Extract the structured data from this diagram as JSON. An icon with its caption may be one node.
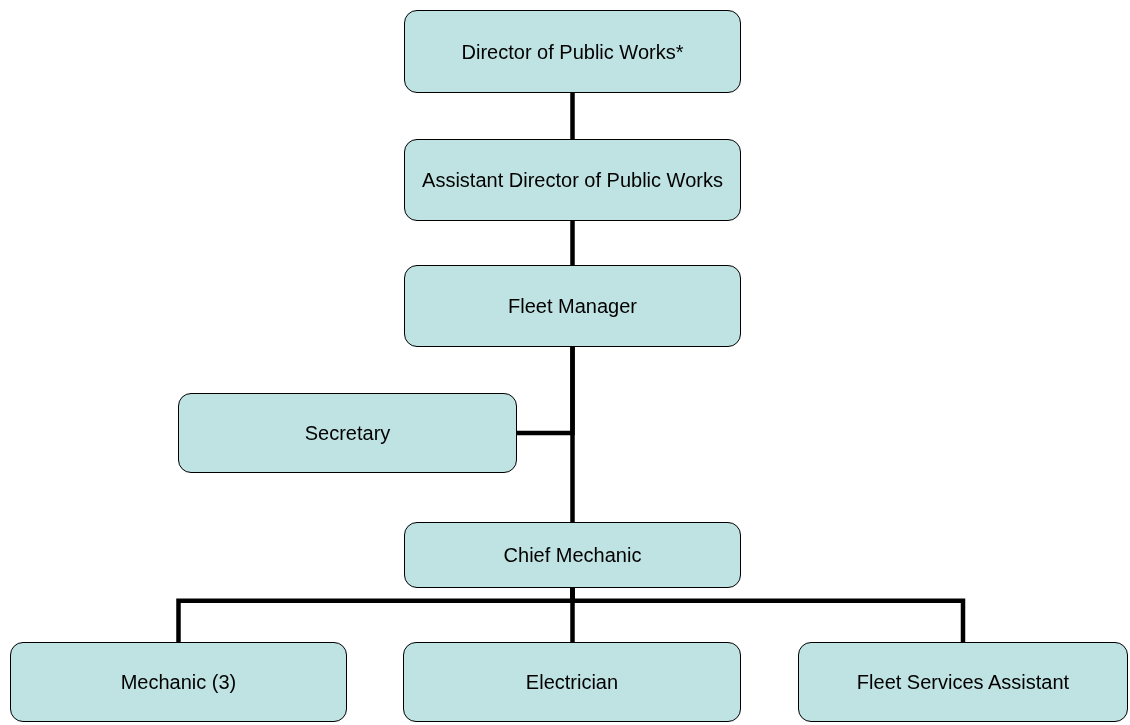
{
  "diagram": {
    "nodes": [
      {
        "text": [
          "Director of Public Works*"
        ]
      },
      {
        "text": [
          "Assistant Director of Public Works"
        ]
      },
      {
        "text": [
          "Fleet Manager"
        ]
      },
      {
        "text": [
          "Secretary"
        ]
      },
      {
        "text": [
          "Chief Mechanic"
        ]
      },
      {
        "text": [
          "Mechanic (3)"
        ]
      },
      {
        "text": [
          "Electrician"
        ]
      },
      {
        "text": [
          "Fleet Services Assistant"
        ]
      }
    ],
    "edges": [
      {
        "from": 0,
        "to": 1,
        "arrow": "none"
      },
      {
        "from": 1,
        "to": 2,
        "arrow": "none"
      },
      {
        "from": 2,
        "to": 3,
        "arrow": "none"
      },
      {
        "from": 2,
        "to": 4,
        "arrow": "none"
      },
      {
        "from": 4,
        "to": 5,
        "arrow": "none"
      },
      {
        "from": 4,
        "to": 6,
        "arrow": "none"
      },
      {
        "from": 4,
        "to": 7,
        "arrow": "none"
      }
    ]
  }
}
